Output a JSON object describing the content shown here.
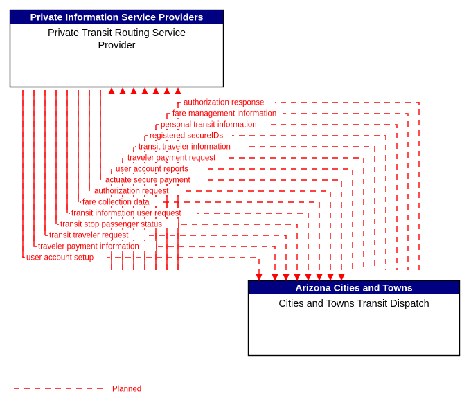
{
  "diagram": {
    "title": "Private Transit Routing Service Provider to Cities and Towns Transit Dispatch interface diagram",
    "accent_color": "#ff0000",
    "header_color": "#000080",
    "header_text_color": "#ffffff",
    "box_border_color": "#000000",
    "box_fill_color": "#ffffff"
  },
  "top_box": {
    "header": "Private Information Service Providers",
    "title_line1": "Private Transit Routing Service",
    "title_line2": "Provider"
  },
  "bottom_box": {
    "header": "Arizona Cities and Towns",
    "title_line1": "Cities and Towns Transit Dispatch"
  },
  "flows_up": [
    {
      "label": "authorization response"
    },
    {
      "label": "fare management information"
    },
    {
      "label": "personal transit information"
    },
    {
      "label": "registered secureIDs"
    },
    {
      "label": "transit traveler information"
    },
    {
      "label": "traveler payment request"
    },
    {
      "label": "user account reports"
    }
  ],
  "flows_down": [
    {
      "label": "actuate secure payment"
    },
    {
      "label": "authorization request"
    },
    {
      "label": "fare collection data"
    },
    {
      "label": "transit information user request"
    },
    {
      "label": "transit stop passenger status"
    },
    {
      "label": "transit traveler request"
    },
    {
      "label": "traveler payment information"
    },
    {
      "label": "user account setup"
    }
  ],
  "legend": {
    "items": [
      {
        "label": "Planned",
        "style": "dashed",
        "color": "#ff0000"
      }
    ]
  }
}
